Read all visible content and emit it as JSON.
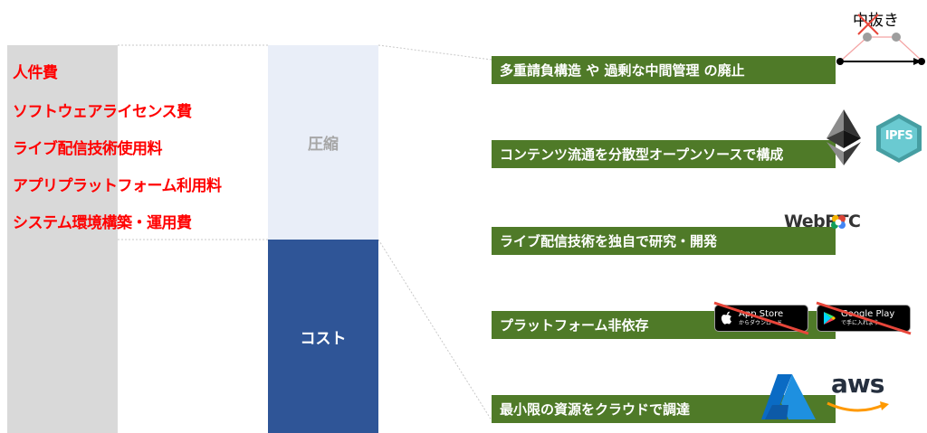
{
  "cost_items": [
    "人件費",
    "ソフトウェアライセンス費",
    "ライブ配信技術使用料",
    "アプリプラットフォーム利用料",
    "システム環境構築・運用費"
  ],
  "compress_label": "圧縮",
  "cost_label": "コスト",
  "strategies": [
    "多重請負構造 や 過剰な中間管理 の廃止",
    "コンテンツ流通を分散型オープンソースで構成",
    "ライブ配信技術を独自で研究・開発",
    "プラットフォーム非依存",
    "最小限の資源をクラウドで調達"
  ],
  "icons": {
    "nakanuki_label": "中抜き",
    "ipfs_label": "IPFS",
    "webrtc_label": "WebRTC",
    "app_store": {
      "name": "App Store",
      "sub": "からダウンロード"
    },
    "google_play": {
      "name": "Google Play",
      "sub": "で手に入れよう"
    },
    "aws_label": "aws"
  },
  "colors": {
    "cost_text": "#ff0000",
    "bar_green": "#4f7a28",
    "cost_blue": "#2f5597",
    "compress_bg": "#e9eef8",
    "left_gray": "#d9d9d9",
    "cross_red": "#e8463a"
  }
}
